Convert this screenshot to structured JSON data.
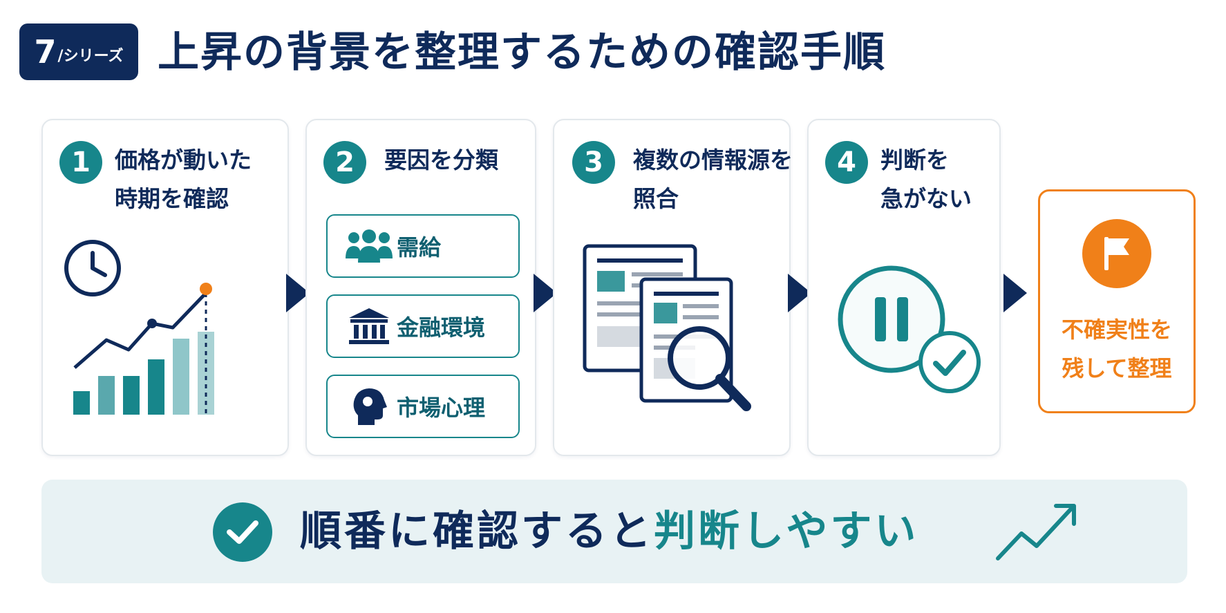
{
  "header": {
    "badge_number": "7",
    "badge_suffix": "/シリーズ",
    "title": "上昇の背景を整理するための確認手順"
  },
  "steps": [
    {
      "number": "1",
      "title_line1": "価格が動いた",
      "title_line2": "時期を確認"
    },
    {
      "number": "2",
      "title_line1": "要因を分類",
      "title_line2": "",
      "factors": [
        {
          "icon": "people-icon",
          "label": "需給"
        },
        {
          "icon": "bank-icon",
          "label": "金融環境"
        },
        {
          "icon": "head-icon",
          "label": "市場心理"
        }
      ]
    },
    {
      "number": "3",
      "title_line1": "複数の情報源を",
      "title_line2": "照合"
    },
    {
      "number": "4",
      "title_line1": "判断を",
      "title_line2": "急がない"
    }
  ],
  "final": {
    "icon": "flag-icon",
    "line1": "不確実性を",
    "line2": "残して整理"
  },
  "banner": {
    "text_main": "順番に確認すると",
    "text_highlight": "判断しやすい",
    "icon_left": "check-icon",
    "icon_right": "trend-up-icon"
  },
  "colors": {
    "navy": "#0f2a5a",
    "teal": "#17868b",
    "orange": "#f08019",
    "banner_bg": "#e8f2f4"
  }
}
